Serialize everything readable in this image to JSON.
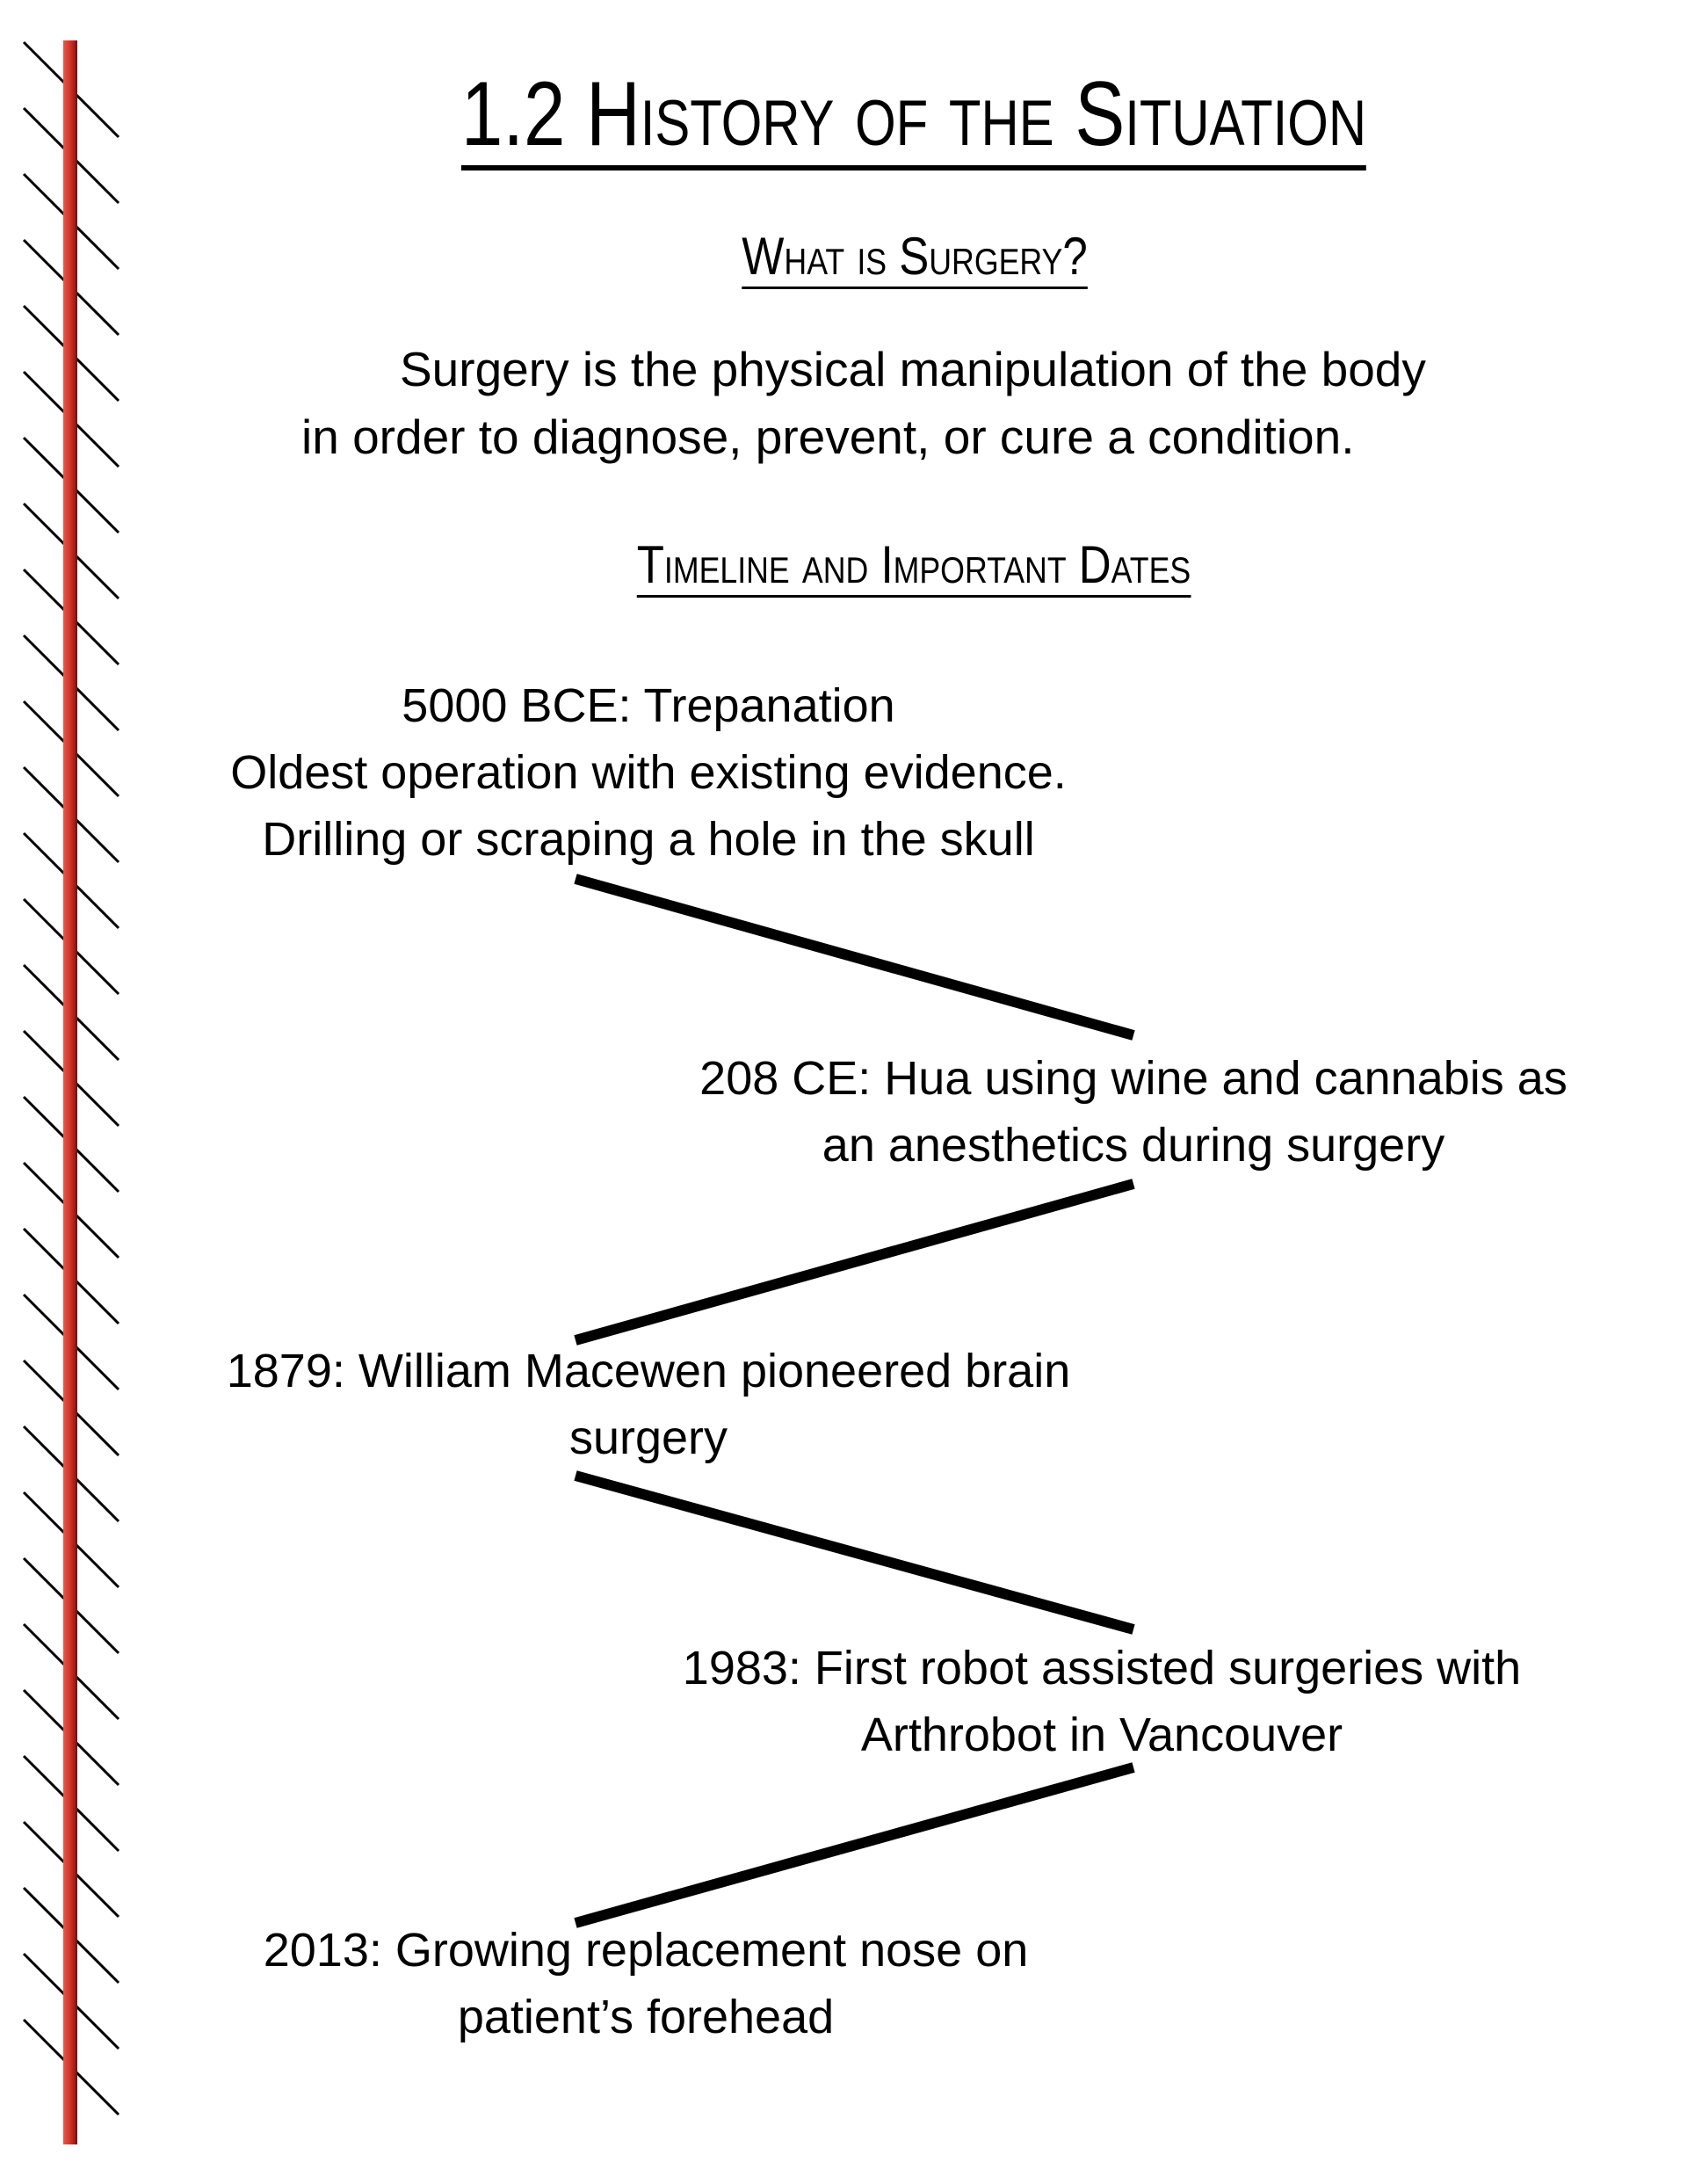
{
  "title": "1.2 History of the Situation",
  "sections": {
    "what_is_surgery": {
      "heading": "What is Surgery?",
      "lines": [
        "Surgery is the physical manipulation of the  body",
        "in order to diagnose, prevent, or cure a condition."
      ]
    },
    "timeline": {
      "heading": "Timeline and Important Dates",
      "entries": [
        {
          "lines": [
            "5000 BCE: Trepanation",
            "Oldest operation with existing evidence.",
            "Drilling or scraping a hole in the skull"
          ]
        },
        {
          "lines": [
            "208 CE: Hua using wine and cannabis as",
            "an anesthetics during surgery"
          ]
        },
        {
          "lines": [
            "1879: William Macewen pioneered brain",
            "surgery"
          ]
        },
        {
          "lines": [
            "1983: First robot assisted surgeries with",
            "Arthrobot in Vancouver"
          ]
        },
        {
          "lines": [
            "2013: Growing replacement nose on",
            "patient’s forehead"
          ]
        }
      ]
    }
  },
  "colors": {
    "accent_bar": "#d2372b",
    "text": "#000000"
  }
}
